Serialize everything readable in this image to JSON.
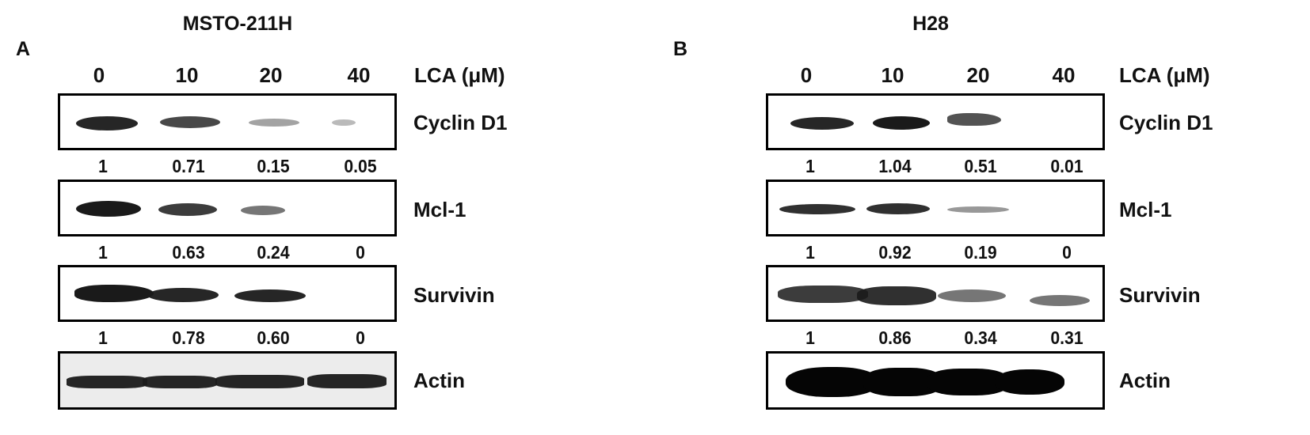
{
  "panels": [
    {
      "letter": "A",
      "cell_line": "MSTO-211H",
      "treatment_label": "LCA (μM)",
      "doses": [
        "0",
        "10",
        "20",
        "40"
      ],
      "blots": [
        {
          "protein": "Cyclin D1",
          "relative_levels": [
            "1",
            "0.71",
            "0.15",
            "0.05"
          ],
          "band_intensity": [
            1,
            0.71,
            0.15,
            0.05
          ]
        },
        {
          "protein": "Mcl-1",
          "relative_levels": [
            "1",
            "0.63",
            "0.24",
            "0"
          ],
          "band_intensity": [
            1,
            0.63,
            0.24,
            0
          ]
        },
        {
          "protein": "Survivin",
          "relative_levels": [
            "1",
            "0.78",
            "0.60",
            "0"
          ],
          "band_intensity": [
            1,
            0.78,
            0.6,
            0
          ]
        },
        {
          "protein": "Actin",
          "relative_levels": [],
          "band_intensity": [
            1,
            1,
            1,
            1
          ]
        }
      ]
    },
    {
      "letter": "B",
      "cell_line": "H28",
      "treatment_label": "LCA (μM)",
      "doses": [
        "0",
        "10",
        "20",
        "40"
      ],
      "blots": [
        {
          "protein": "Cyclin D1",
          "relative_levels": [
            "1",
            "1.04",
            "0.51",
            "0.01"
          ],
          "band_intensity": [
            1,
            1.04,
            0.51,
            0.01
          ]
        },
        {
          "protein": "Mcl-1",
          "relative_levels": [
            "1",
            "0.92",
            "0.19",
            "0"
          ],
          "band_intensity": [
            1,
            0.92,
            0.19,
            0
          ]
        },
        {
          "protein": "Survivin",
          "relative_levels": [
            "1",
            "0.86",
            "0.34",
            "0.31"
          ],
          "band_intensity": [
            1,
            0.86,
            0.34,
            0.31
          ]
        },
        {
          "protein": "Actin",
          "relative_levels": [],
          "band_intensity": [
            1,
            1,
            1,
            1
          ]
        }
      ]
    }
  ]
}
